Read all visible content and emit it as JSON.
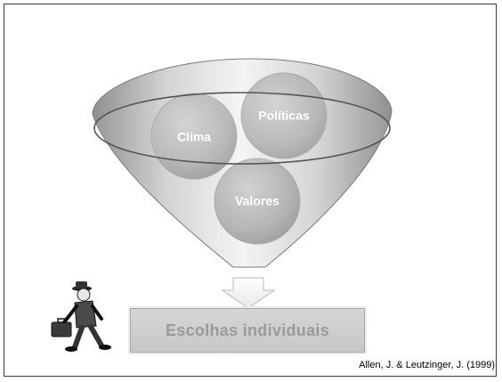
{
  "funnel": {
    "circles": [
      {
        "id": "clima",
        "label": "Clima"
      },
      {
        "id": "politicas",
        "label": "Políticas"
      },
      {
        "id": "valores",
        "label": "Valores"
      }
    ]
  },
  "result": {
    "label": "Escolhas individuais"
  },
  "citation": "Allen, J. & Leutzinger, J. (1999)",
  "colors": {
    "funnel_dark": "#9a9a9a",
    "funnel_light": "#f2f2f2",
    "circle": "#b5b5b5"
  },
  "icons": {
    "person": "walking-businessman-icon"
  }
}
